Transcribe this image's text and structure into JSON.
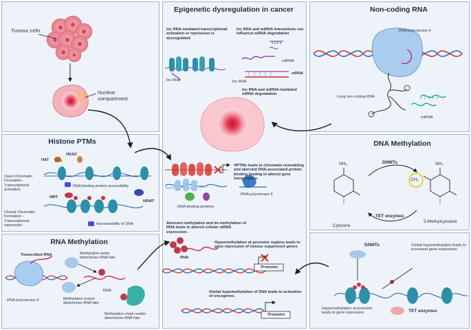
{
  "panels": {
    "cells": {
      "tumour_cells": "Tumour cells",
      "nuclear_compartment": "Nuclear compartment"
    },
    "center": {
      "title": "Epigenetic dysregulation in cancer",
      "lnc_activation": "lnc RNA-mediated transcriptional activation or repression is dysregulated",
      "lnc_mirna_interactions": "lnc RNA and miRNA interactions can influence mRNA degradation",
      "lnc_rna_1": "lnc RNA",
      "lnc_rna_2": "lnc RNA",
      "mirna": "miRNA",
      "mrna": "mRNA",
      "lnc_mirna_degradation": "lnc RNA and miRNA-mediated mRNA degradation",
      "hptms": "HPTMs leads to chromatin remodeling and aberrant DNA-associated protein binding leading to altered gene transcription.",
      "dna_binding_proteins": "DNA-binding proteins",
      "rna_polymerase": "RNA polymerase II",
      "aberrant_methylation": "Aberrant methylation and de-methylation of RNA leads to altered cellular mRNA expression.",
      "rna": "RNA",
      "hypermethylation_promotor": "Hypermethylation at promotor regions leads to gene repression of tumour suppressor genes",
      "promotor_1": "Promotor",
      "global_hypomethylation": "Global hypomethylation of DNA leads to activation of oncogenes.",
      "promotor_2": "Promotor"
    },
    "ncrna": {
      "title": "Non-coding RNA",
      "rna_polymerase": "RNA polymerase II",
      "long_ncrna": "Long non-coding RNA",
      "mirna": "miRNA"
    },
    "histone": {
      "title": "Histone PTMs",
      "hat": "HAT",
      "hdac": "HDAC",
      "open_chromatin": "Open Chromatin Formation - Transcriptional activation",
      "dna_binding_access": "DNA binding protein accessibility",
      "hmt": "HMT",
      "hdmt": "HDMT",
      "closed_chromatin": "Closed Chromatin Formation - Transcriptional repression",
      "inaccessibility": "Inaccessibility of DNA"
    },
    "dnamethyl": {
      "title": "DNA Methylation",
      "nh2_left": "NH₂",
      "nh2_right": "NH₂",
      "ch3": "CH₃",
      "dnmts": "DNMTs",
      "tet": "TET enzymes",
      "cytosine": "Cytosine",
      "methylcytosine": "5-Methylcytosine"
    },
    "rnamethyl": {
      "title": "RNA Methylation",
      "transcribed_rna": "Transcribed RNA",
      "writer": "Methylation writer determines RNA fate",
      "eraser": "Methylation eraser determines RNA fate",
      "reader": "Methylation mark reader determines RNA fate",
      "rna": "RNA",
      "rna_polymerase": "RNA polymerase II"
    },
    "dnabottom": {
      "dnmts": "DNMTs",
      "global_hypo": "Global hypomethylation leads to increased gene expression",
      "hyper_promotor": "Hypermethylation at promotor leads to gene repression",
      "tet": "TET enzymes"
    }
  },
  "colors": {
    "panel_bg": "#eef3fa",
    "panel_border": "#9db3cf",
    "dna_red": "#d9342b",
    "dna_blue": "#2f6cc4",
    "histone": "#2d8fa8",
    "methyl": "#c0394b",
    "title": "#1c2b44"
  }
}
